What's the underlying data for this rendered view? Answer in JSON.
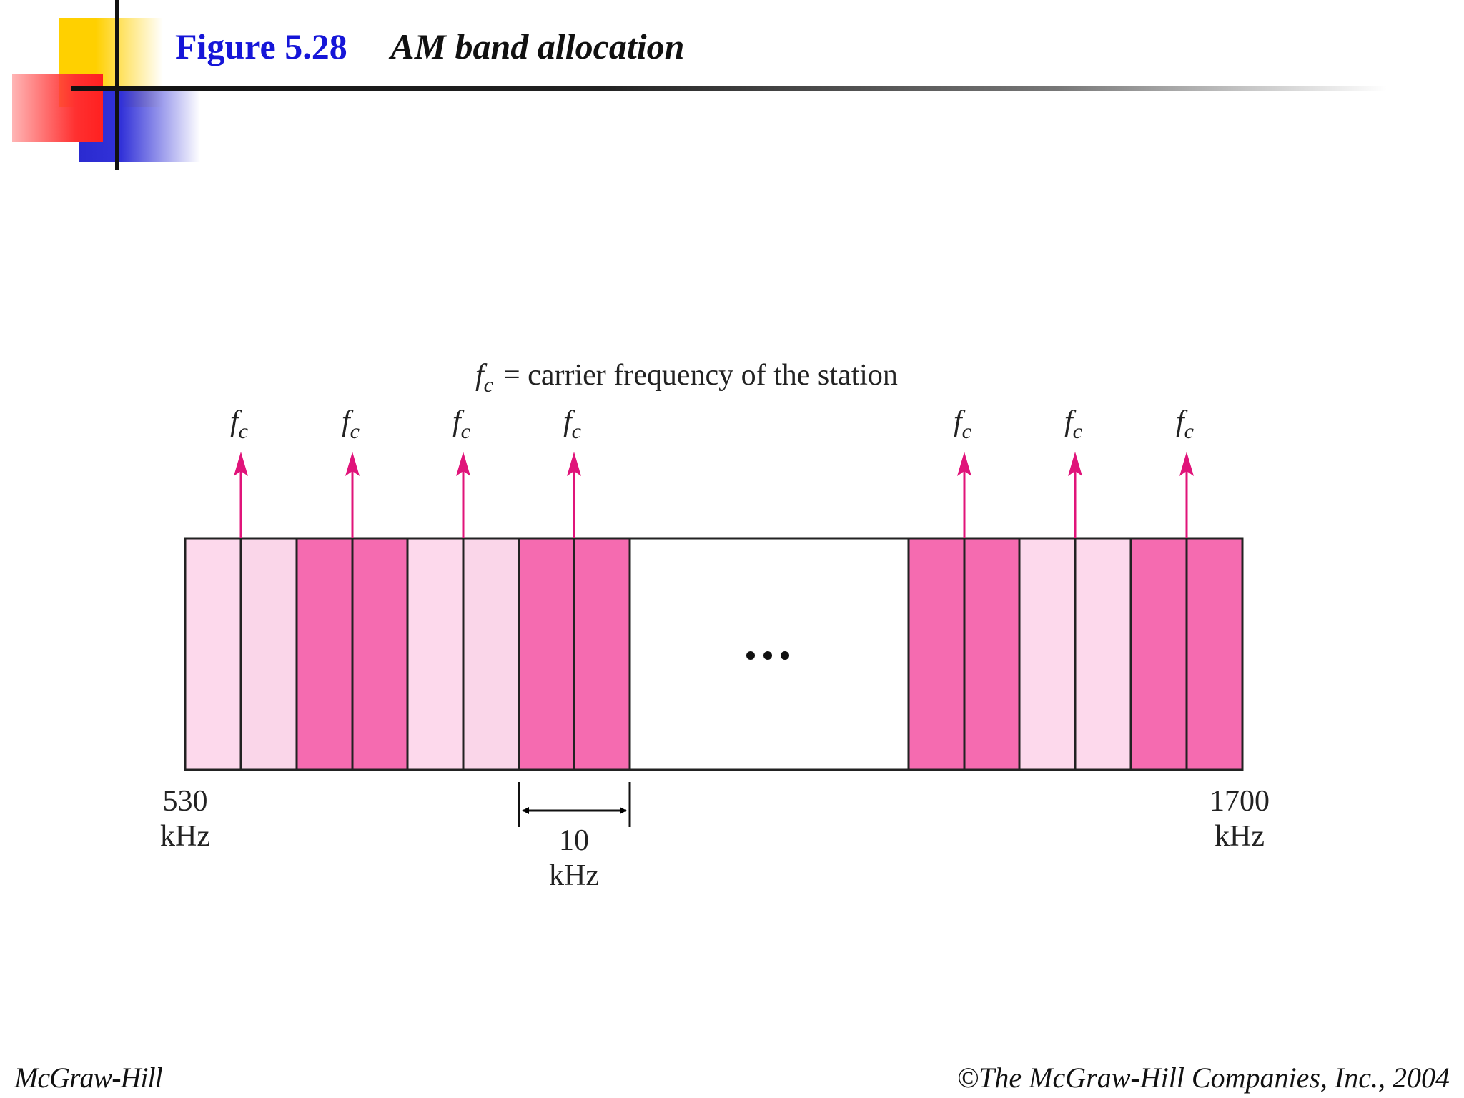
{
  "slide": {
    "figure_number": "Figure 5.28",
    "figure_caption": "AM band allocation"
  },
  "diagram": {
    "legend_symbol": "f",
    "legend_subscript": "c",
    "legend_text": "= carrier frequency of the station",
    "carrier_symbol": "f",
    "carrier_subscript": "c",
    "carrier_count_left": 4,
    "carrier_count_right": 3,
    "ellipsis": "•••",
    "start_freq": "530",
    "start_unit": "kHz",
    "end_freq": "1700",
    "end_unit": "kHz",
    "spacing_value": "10",
    "spacing_unit": "kHz",
    "colors": {
      "light_pink": "#fdd9ec",
      "dark_pink": "#f56bb0",
      "arrow": "#e0147a",
      "outline": "#222222"
    }
  },
  "footer": {
    "left": "McGraw-Hill",
    "right": "©The McGraw-Hill Companies, Inc., 2004"
  }
}
